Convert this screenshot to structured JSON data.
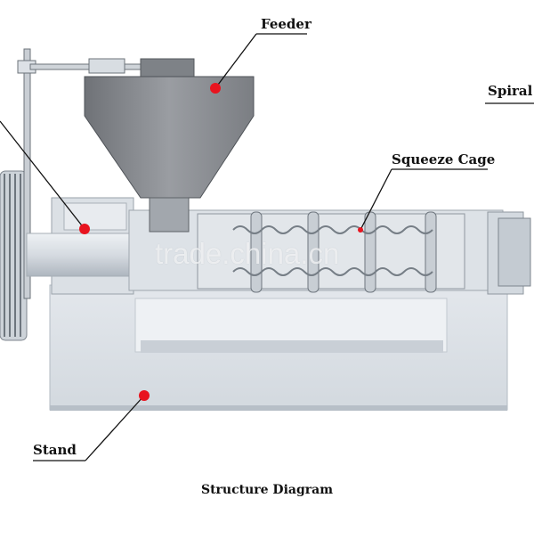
{
  "callouts": {
    "feeder": "Feeder",
    "spiral": "Spiral",
    "squeeze_cage": "Squeeze Cage",
    "stand": "Stand"
  },
  "caption": "Structure Diagram",
  "watermark": "trade.china.cn",
  "colors": {
    "machine_body": "#dfe3e8",
    "machine_shadow": "#b9c0c8",
    "hopper": "#8a8d92",
    "marker": "#e8141f",
    "leader_line": "#111111"
  }
}
